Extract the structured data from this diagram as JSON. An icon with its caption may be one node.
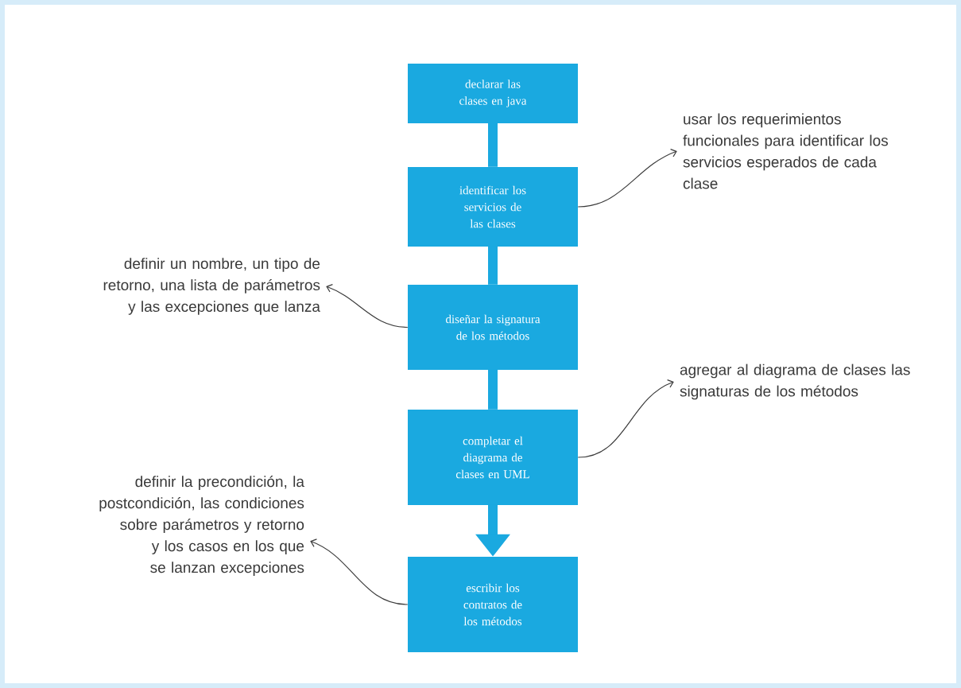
{
  "diagram": {
    "nodes": [
      {
        "text": [
          "declarar las clases en java"
        ]
      },
      {
        "text": [
          "identificar los servicios de las clases"
        ]
      },
      {
        "text": [
          "diseñar la signatura de los métodos"
        ]
      },
      {
        "text": [
          "completar el diagrama de clases en UML"
        ]
      },
      {
        "text": [
          "escribir los contratos de los métodos"
        ]
      },
      {
        "text": [
          "usar los requerimientos funcionales para identificar los servicios esperados de cada clase"
        ]
      },
      {
        "text": [
          "definir un nombre, un tipo de retorno, una lista de parámetros y las excepciones que lanza"
        ]
      },
      {
        "text": [
          "agregar al diagrama de clases las signaturas de los métodos"
        ]
      },
      {
        "text": [
          "definir la precondición, la postcondición, las condiciones sobre parámetros y retorno y los casos en los que se lanzan excepciones"
        ]
      }
    ],
    "edges": [
      {
        "from": 0,
        "to": 1,
        "arrow": "none",
        "style": "thick",
        "color": "#1aa9e0"
      },
      {
        "from": 1,
        "to": 2,
        "arrow": "none",
        "style": "thick",
        "color": "#1aa9e0"
      },
      {
        "from": 2,
        "to": 3,
        "arrow": "none",
        "style": "thick",
        "color": "#1aa9e0"
      },
      {
        "from": 3,
        "to": 4,
        "arrow": "to",
        "style": "thick",
        "color": "#1aa9e0"
      },
      {
        "from": 1,
        "to": 5,
        "arrow": "to",
        "color": "#3a3a3a"
      },
      {
        "from": 2,
        "to": 6,
        "arrow": "to",
        "color": "#3a3a3a"
      },
      {
        "from": 3,
        "to": 7,
        "arrow": "to",
        "color": "#3a3a3a"
      },
      {
        "from": 4,
        "to": 8,
        "arrow": "to",
        "color": "#3a3a3a"
      }
    ]
  }
}
